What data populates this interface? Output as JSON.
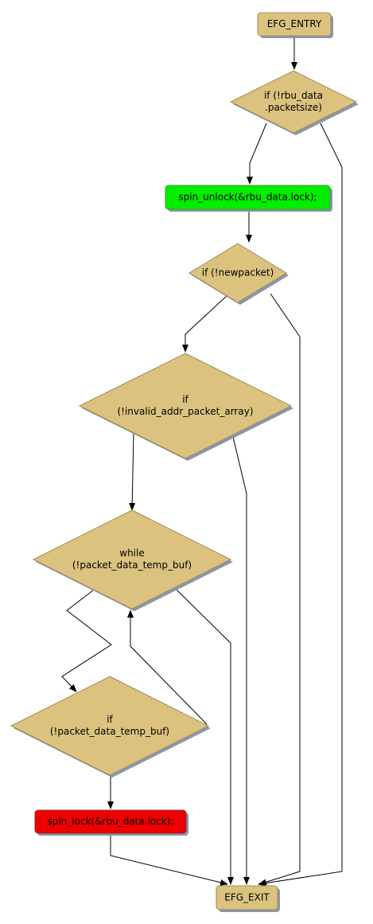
{
  "diagram": {
    "type": "control-flow-graph",
    "colors": {
      "node_fill": "#dbc37f",
      "node_stroke": "#a08c50",
      "shadow": "#8a96ad",
      "unlock_fill": "#00ee00",
      "unlock_stroke": "#3a9a2a",
      "lock_fill": "#ee0000",
      "lock_stroke": "#9a2a2a",
      "edge": "#000000"
    },
    "nodes": {
      "entry": {
        "shape": "rounded-rect",
        "lines": [
          "EFG_ENTRY"
        ]
      },
      "if_packetsize": {
        "shape": "diamond",
        "lines": [
          "if (!rbu_data",
          ".packetsize)"
        ]
      },
      "spin_unlock": {
        "shape": "rounded-rect",
        "lines": [
          "spin_unlock(&rbu_data.lock);"
        ]
      },
      "if_newpacket": {
        "shape": "diamond",
        "lines": [
          "if (!newpacket)"
        ]
      },
      "if_invalid": {
        "shape": "diamond",
        "lines": [
          "if",
          "(!invalid_addr_packet_array)"
        ]
      },
      "while_buf": {
        "shape": "diamond",
        "lines": [
          "while",
          "(!packet_data_temp_buf)"
        ]
      },
      "if_buf": {
        "shape": "diamond",
        "lines": [
          "if",
          "(!packet_data_temp_buf)"
        ]
      },
      "spin_lock": {
        "shape": "rounded-rect",
        "lines": [
          "spin_lock(&rbu_data.lock);"
        ]
      },
      "exit": {
        "shape": "rounded-rect",
        "lines": [
          "EFG_EXIT"
        ]
      }
    },
    "edges": [
      {
        "from": "entry",
        "to": "if_packetsize"
      },
      {
        "from": "if_packetsize",
        "to": "spin_unlock"
      },
      {
        "from": "if_packetsize",
        "to": "exit"
      },
      {
        "from": "spin_unlock",
        "to": "if_newpacket"
      },
      {
        "from": "if_newpacket",
        "to": "if_invalid"
      },
      {
        "from": "if_newpacket",
        "to": "exit"
      },
      {
        "from": "if_invalid",
        "to": "while_buf"
      },
      {
        "from": "if_invalid",
        "to": "exit"
      },
      {
        "from": "while_buf",
        "to": "if_buf"
      },
      {
        "from": "while_buf",
        "to": "exit"
      },
      {
        "from": "if_buf",
        "to": "while_buf"
      },
      {
        "from": "if_buf",
        "to": "spin_lock"
      },
      {
        "from": "spin_lock",
        "to": "exit"
      }
    ]
  }
}
